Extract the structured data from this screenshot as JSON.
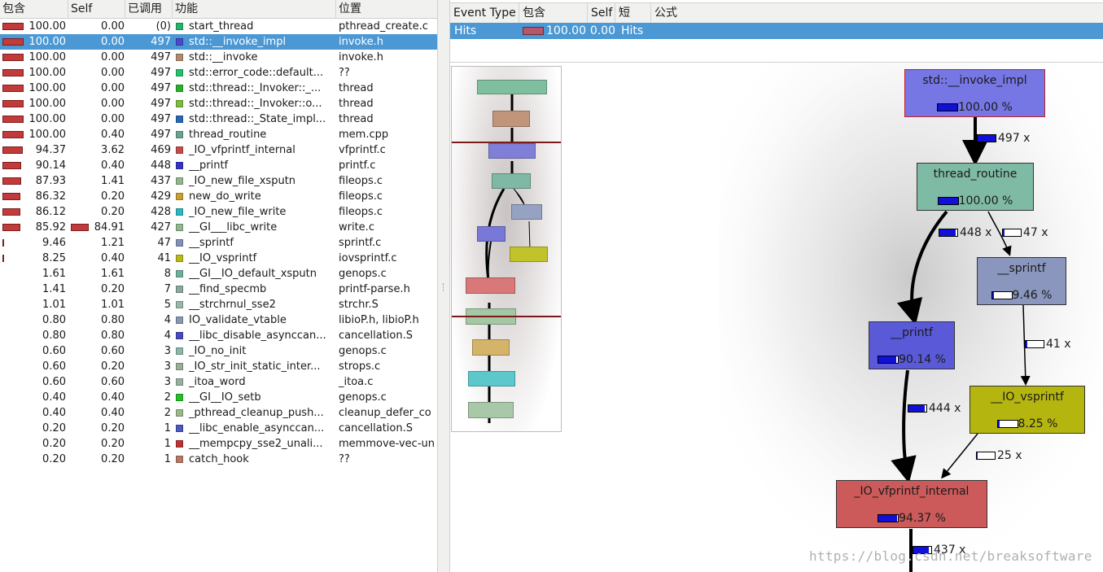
{
  "flat": {
    "columns": [
      "包含",
      "Self",
      "已调用",
      "功能",
      "位置"
    ],
    "rows": [
      {
        "incl": "100.00",
        "self": "0.00",
        "called": "(0)",
        "func": "start_thread",
        "loc": "pthread_create.c",
        "color": "#21b56a",
        "incl_frac": 1.0,
        "self_frac": 0.0
      },
      {
        "incl": "100.00",
        "self": "0.00",
        "called": "497",
        "func": "std::__invoke_impl",
        "loc": "invoke.h",
        "color": "#4a4ad0",
        "incl_frac": 1.0,
        "self_frac": 0.0,
        "selected": true
      },
      {
        "incl": "100.00",
        "self": "0.00",
        "called": "497",
        "func": "std::__invoke",
        "loc": "invoke.h",
        "color": "#b08b6f",
        "incl_frac": 1.0,
        "self_frac": 0.0
      },
      {
        "incl": "100.00",
        "self": "0.00",
        "called": "497",
        "func": "std::error_code::default...",
        "loc": "??",
        "color": "#22c26a",
        "incl_frac": 1.0,
        "self_frac": 0.0
      },
      {
        "incl": "100.00",
        "self": "0.00",
        "called": "497",
        "func": "std::thread::_Invoker::_...",
        "loc": "thread",
        "color": "#28b028",
        "incl_frac": 1.0,
        "self_frac": 0.0
      },
      {
        "incl": "100.00",
        "self": "0.00",
        "called": "497",
        "func": "std::thread::_Invoker::o...",
        "loc": "thread",
        "color": "#7cbc3c",
        "incl_frac": 1.0,
        "self_frac": 0.0
      },
      {
        "incl": "100.00",
        "self": "0.00",
        "called": "497",
        "func": "std::thread::_State_impl...",
        "loc": "thread",
        "color": "#2866b8",
        "incl_frac": 1.0,
        "self_frac": 0.0
      },
      {
        "incl": "100.00",
        "self": "0.40",
        "called": "497",
        "func": "thread_routine",
        "loc": "mem.cpp",
        "color": "#6aa48c",
        "incl_frac": 1.0,
        "self_frac": 0.004
      },
      {
        "incl": "94.37",
        "self": "3.62",
        "called": "469",
        "func": "_IO_vfprintf_internal",
        "loc": "vfprintf.c",
        "color": "#c84a4a",
        "incl_frac": 0.9437,
        "self_frac": 0.0362
      },
      {
        "incl": "90.14",
        "self": "0.40",
        "called": "448",
        "func": "__printf",
        "loc": "printf.c",
        "color": "#3434c4",
        "incl_frac": 0.9014,
        "self_frac": 0.004
      },
      {
        "incl": "87.93",
        "self": "1.41",
        "called": "437",
        "func": "_IO_new_file_xsputn",
        "loc": "fileops.c",
        "color": "#8fb88f",
        "incl_frac": 0.8793,
        "self_frac": 0.0141
      },
      {
        "incl": "86.32",
        "self": "0.20",
        "called": "429",
        "func": "new_do_write",
        "loc": "fileops.c",
        "color": "#c8a030",
        "incl_frac": 0.8632,
        "self_frac": 0.002
      },
      {
        "incl": "86.12",
        "self": "0.20",
        "called": "428",
        "func": "_IO_new_file_write",
        "loc": "fileops.c",
        "color": "#2ab8c0",
        "incl_frac": 0.8612,
        "self_frac": 0.002
      },
      {
        "incl": "85.92",
        "self": "84.91",
        "called": "427",
        "func": "__GI___libc_write",
        "loc": "write.c",
        "color": "#8fb88f",
        "incl_frac": 0.8592,
        "self_frac": 0.8491
      },
      {
        "incl": "9.46",
        "self": "1.21",
        "called": "47",
        "func": "__sprintf",
        "loc": "sprintf.c",
        "color": "#8090b8",
        "incl_frac": 0.0946,
        "self_frac": 0.0121
      },
      {
        "incl": "8.25",
        "self": "0.40",
        "called": "41",
        "func": "__IO_vsprintf",
        "loc": "iovsprintf.c",
        "color": "#b8b818",
        "incl_frac": 0.0825,
        "self_frac": 0.004
      },
      {
        "incl": "1.61",
        "self": "1.61",
        "called": "8",
        "func": "__GI__IO_default_xsputn",
        "loc": "genops.c",
        "color": "#6cb09c",
        "incl_frac": 0.0161,
        "self_frac": 0.0161
      },
      {
        "incl": "1.41",
        "self": "0.20",
        "called": "7",
        "func": "__find_specmb",
        "loc": "printf-parse.h",
        "color": "#8aa8a0",
        "incl_frac": 0.0141,
        "self_frac": 0.002
      },
      {
        "incl": "1.01",
        "self": "1.01",
        "called": "5",
        "func": "__strchrnul_sse2",
        "loc": "strchr.S",
        "color": "#98b8a8",
        "incl_frac": 0.0101,
        "self_frac": 0.0101
      },
      {
        "incl": "0.80",
        "self": "0.80",
        "called": "4",
        "func": "IO_validate_vtable",
        "loc": "libioP.h, libioP.h",
        "color": "#8898b0",
        "incl_frac": 0.008,
        "self_frac": 0.008
      },
      {
        "incl": "0.80",
        "self": "0.80",
        "called": "4",
        "func": "__libc_disable_asynccan...",
        "loc": "cancellation.S",
        "color": "#4848c0",
        "incl_frac": 0.008,
        "self_frac": 0.008
      },
      {
        "incl": "0.60",
        "self": "0.60",
        "called": "3",
        "func": "_IO_no_init",
        "loc": "genops.c",
        "color": "#8ab8a8",
        "incl_frac": 0.006,
        "self_frac": 0.006
      },
      {
        "incl": "0.60",
        "self": "0.20",
        "called": "3",
        "func": "_IO_str_init_static_inter...",
        "loc": "strops.c",
        "color": "#98b098",
        "incl_frac": 0.006,
        "self_frac": 0.002
      },
      {
        "incl": "0.60",
        "self": "0.60",
        "called": "3",
        "func": "_itoa_word",
        "loc": "_itoa.c",
        "color": "#98b0a0",
        "incl_frac": 0.006,
        "self_frac": 0.006
      },
      {
        "incl": "0.40",
        "self": "0.40",
        "called": "2",
        "func": "__GI__IO_setb",
        "loc": "genops.c",
        "color": "#22c022",
        "incl_frac": 0.004,
        "self_frac": 0.004
      },
      {
        "incl": "0.40",
        "self": "0.40",
        "called": "2",
        "func": "_pthread_cleanup_push...",
        "loc": "cleanup_defer_co",
        "color": "#9cb888",
        "incl_frac": 0.004,
        "self_frac": 0.004
      },
      {
        "incl": "0.20",
        "self": "0.20",
        "called": "1",
        "func": "__libc_enable_asynccan...",
        "loc": "cancellation.S",
        "color": "#4a58c0",
        "incl_frac": 0.002,
        "self_frac": 0.002
      },
      {
        "incl": "0.20",
        "self": "0.20",
        "called": "1",
        "func": "__mempcpy_sse2_unali...",
        "loc": "memmove-vec-un",
        "color": "#c03030",
        "incl_frac": 0.002,
        "self_frac": 0.002
      },
      {
        "incl": "0.20",
        "self": "0.20",
        "called": "1",
        "func": "catch_hook",
        "loc": "??",
        "color": "#b87868",
        "incl_frac": 0.002,
        "self_frac": 0.002
      }
    ]
  },
  "events": {
    "columns": [
      "Event Type",
      "包含",
      "Self",
      "短",
      "公式"
    ],
    "row": {
      "type": "Hits",
      "incl": "100.00",
      "self": "0.00",
      "short": "Hits",
      "formula": ""
    }
  },
  "graph": {
    "nodes": {
      "invoke_impl": {
        "name": "std::__invoke_impl",
        "pct": "100.00 %",
        "frac": 1.0,
        "color": "#7676e4"
      },
      "thread_routine": {
        "name": "thread_routine",
        "pct": "100.00 %",
        "frac": 1.0,
        "color": "#7fbaa5"
      },
      "sprintf": {
        "name": "__sprintf",
        "pct": "9.46 %",
        "frac": 0.0946,
        "color": "#8a96bd"
      },
      "printf": {
        "name": "__printf",
        "pct": "90.14 %",
        "frac": 0.9014,
        "color": "#5a5ad8"
      },
      "vsprintf": {
        "name": "__IO_vsprintf",
        "pct": "8.25 %",
        "frac": 0.0825,
        "color": "#b5b510"
      },
      "vfprintf": {
        "name": "_IO_vfprintf_internal",
        "pct": "94.37 %",
        "frac": 0.9437,
        "color": "#cc5a5a"
      }
    },
    "edges": {
      "e1": {
        "label": "497 x",
        "frac": 1.0
      },
      "e2": {
        "label": "448 x",
        "frac": 0.9014
      },
      "e3": {
        "label": "47 x",
        "frac": 0.0946
      },
      "e4": {
        "label": "41 x",
        "frac": 0.0825
      },
      "e5": {
        "label": "444 x",
        "frac": 0.893
      },
      "e6": {
        "label": "25 x",
        "frac": 0.05
      },
      "e7": {
        "label": "437 x",
        "frac": 0.8793
      }
    }
  },
  "watermark": "https://blog.csdn.net/breaksoftware"
}
